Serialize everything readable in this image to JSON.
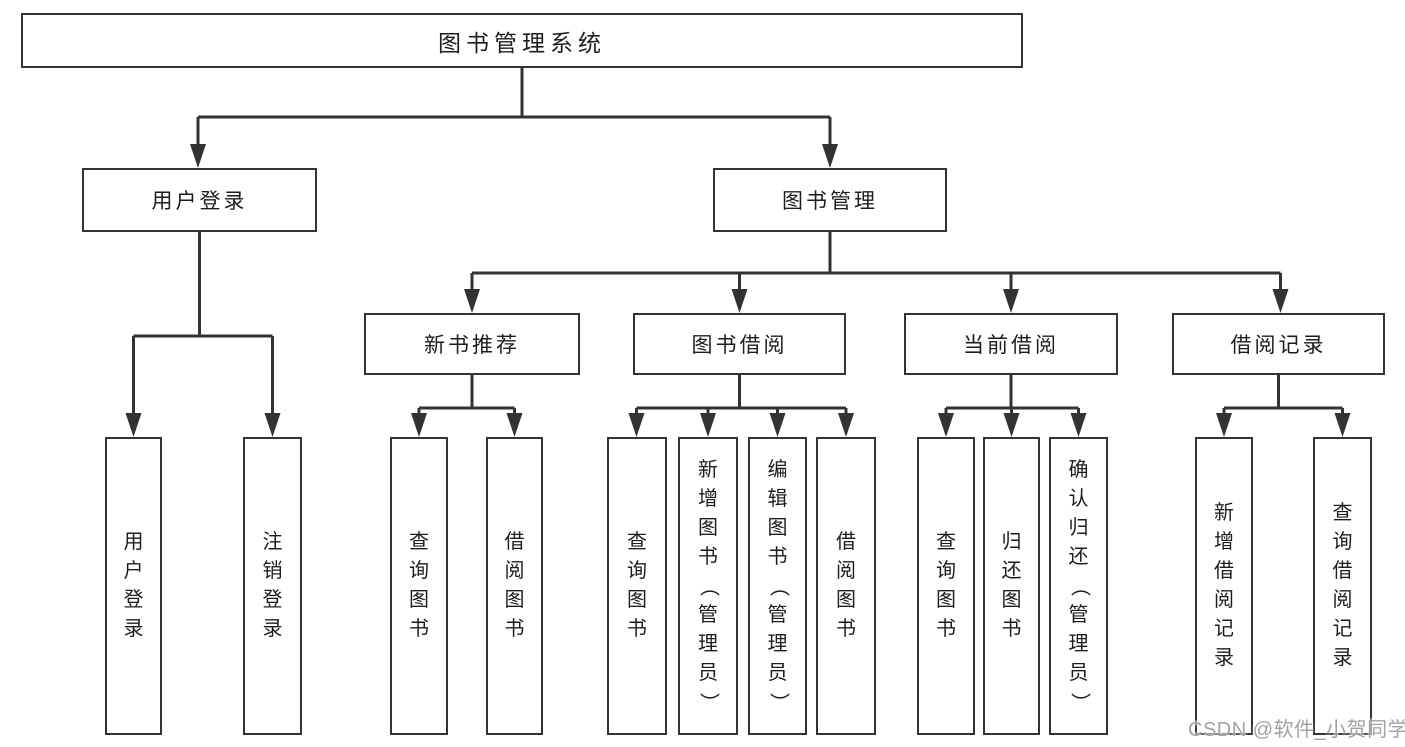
{
  "colors": {
    "background": "#ffffff",
    "line": "#333333",
    "box_border": "#333333",
    "box_background": "#ffffff",
    "text": "#1d1d1d",
    "watermark": "#a2a2a2"
  },
  "diagram": {
    "title": "图书管理系统",
    "branches": [
      {
        "label": "用户登录",
        "children": [
          {
            "label": "用户登录"
          },
          {
            "label": "注销登录"
          }
        ]
      },
      {
        "label": "图书管理",
        "sections": [
          {
            "label": "新书推荐",
            "children": [
              {
                "label": "查询图书"
              },
              {
                "label": "借阅图书"
              }
            ]
          },
          {
            "label": "图书借阅",
            "children": [
              {
                "label": "查询图书"
              },
              {
                "label": "新增图书（管理员）"
              },
              {
                "label": "编辑图书（管理员）"
              },
              {
                "label": "借阅图书"
              }
            ]
          },
          {
            "label": "当前借阅",
            "children": [
              {
                "label": "查询图书"
              },
              {
                "label": "归还图书"
              },
              {
                "label": "确认归还（管理员）"
              }
            ]
          },
          {
            "label": "借阅记录",
            "children": [
              {
                "label": "新增借阅记录"
              },
              {
                "label": "查询借阅记录"
              }
            ]
          }
        ]
      }
    ]
  },
  "watermark": {
    "text": "CSDN @软件_小贺同学"
  }
}
